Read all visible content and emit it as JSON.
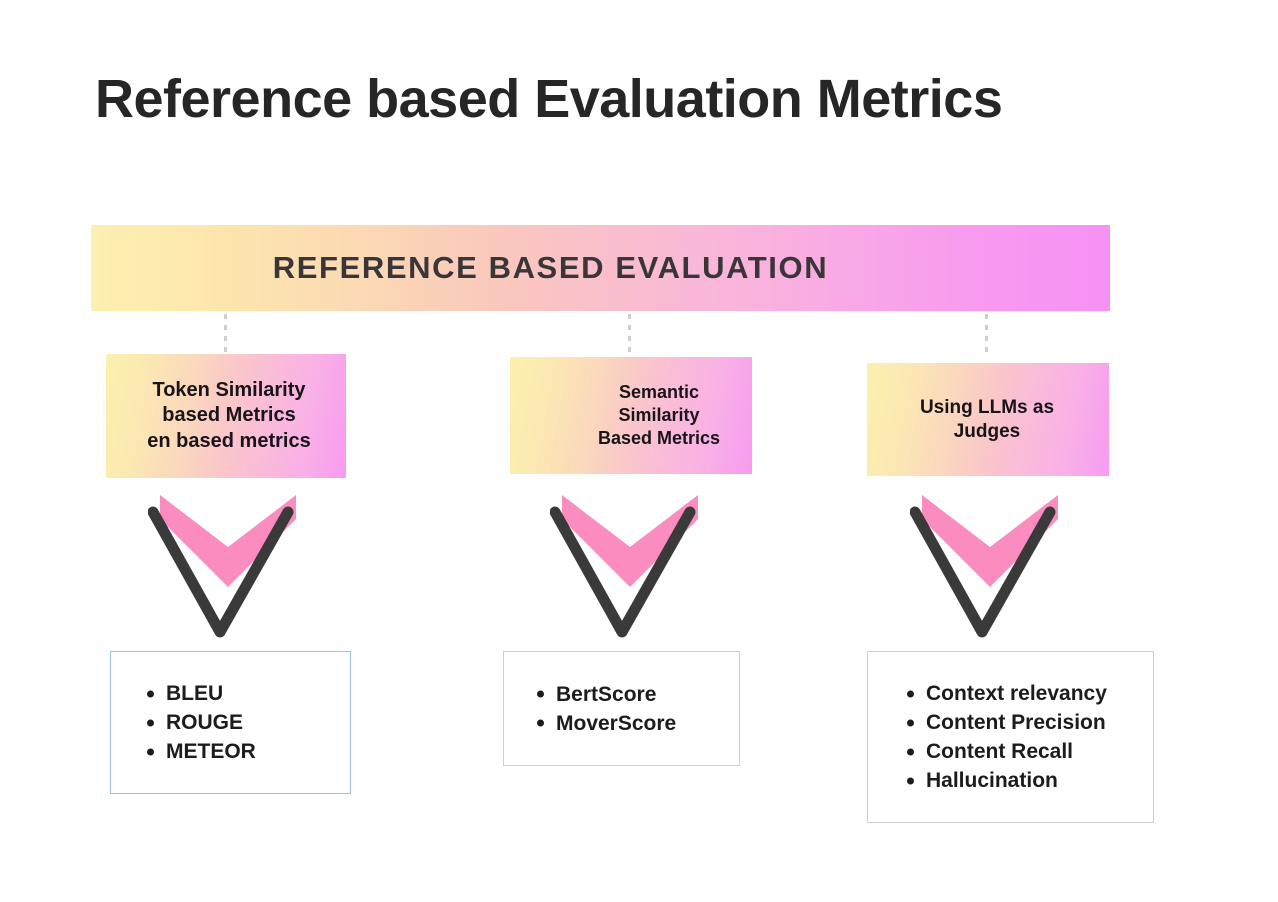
{
  "page": {
    "title": "Reference based Evaluation Metrics",
    "background_color": "#ffffff"
  },
  "banner": {
    "label": "REFERENCE BASED EVALUATION",
    "gradient_from": "#fdf0b0",
    "gradient_to": "#f691f4",
    "text_color": "#3a3538"
  },
  "connectors": {
    "style": "dotted",
    "color": "#cfcfcf",
    "count": 3
  },
  "columns": [
    {
      "id": "token-similarity",
      "category_lines": [
        "Token Similarity",
        "based Metrics",
        "en based metrics"
      ],
      "category_text": "Token Similarity based Metrics en based metrics",
      "arrow": {
        "fill_color": "#fa8cc0",
        "outline_color": "#3a3a3a",
        "direction": "down"
      },
      "results_border_color": "#9cc3dc",
      "results": [
        "BLEU",
        "ROUGE",
        "METEOR"
      ]
    },
    {
      "id": "semantic-similarity",
      "category_lines": [
        "Semantic",
        "Similarity",
        "Based Metrics"
      ],
      "category_text": "Semantic Similarity Based Metrics",
      "arrow": {
        "fill_color": "#fa8cc0",
        "outline_color": "#3a3a3a",
        "direction": "down"
      },
      "results_border_color": "#cfcfcf",
      "results": [
        "BertScore",
        "MoverScore"
      ]
    },
    {
      "id": "llms-as-judges",
      "category_lines": [
        "Using LLMs as",
        "Judges"
      ],
      "category_text": "Using LLMs as Judges",
      "arrow": {
        "fill_color": "#fa8cc0",
        "outline_color": "#3a3a3a",
        "direction": "down"
      },
      "results_border_color": "#cfcfcf",
      "results": [
        "Context relevancy",
        "Content Precision",
        "Content Recall",
        "Hallucination"
      ]
    }
  ]
}
